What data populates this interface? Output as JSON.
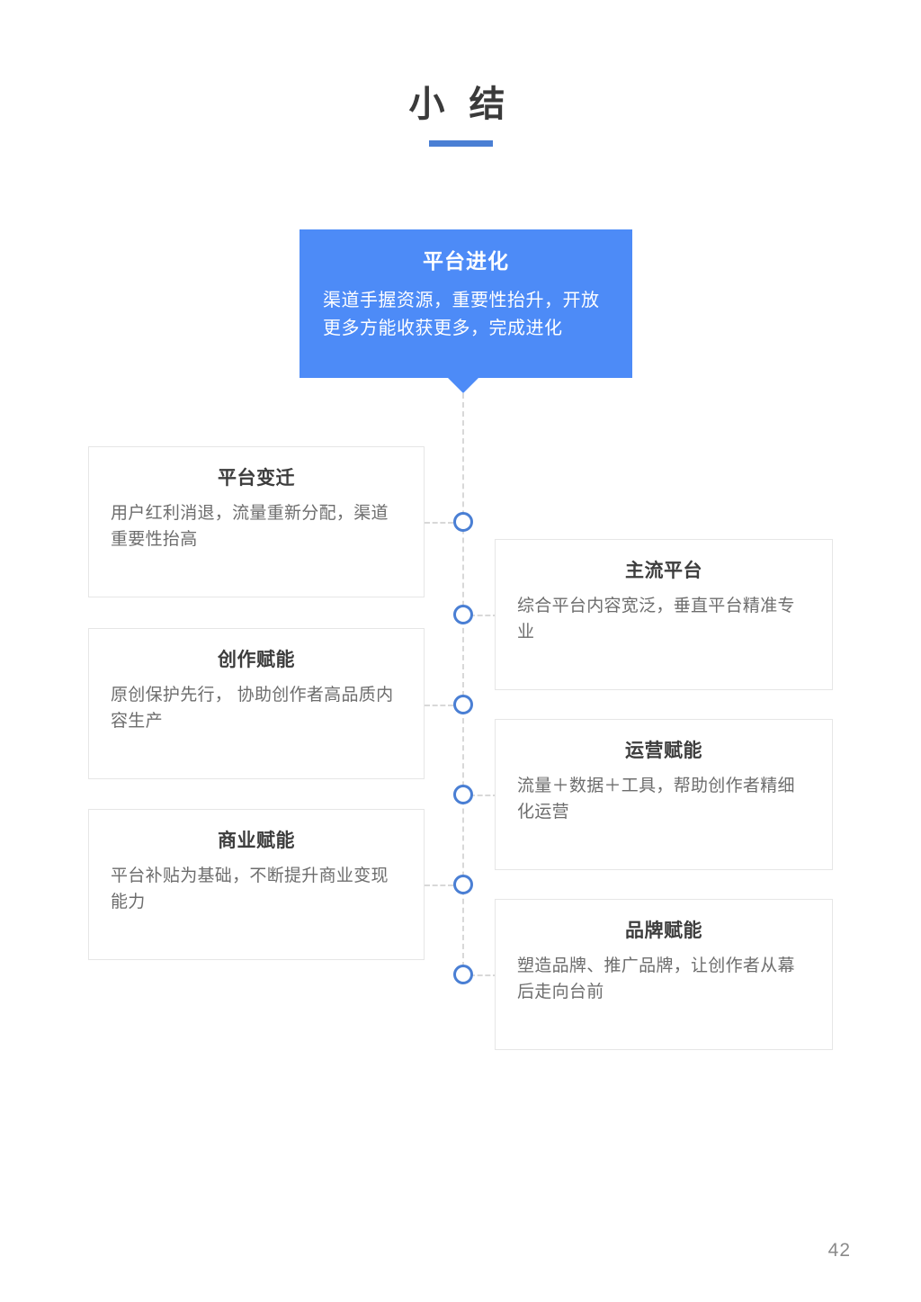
{
  "slide": {
    "title": "小 结",
    "page_number": "42",
    "accent_color": "#4d8bf7",
    "rule_color": "#4a7fd4",
    "node_color": "#4a7fd4",
    "dash_color": "#d8d8d8",
    "card_border_color": "#e6e6e6"
  },
  "hero": {
    "title": "平台进化",
    "body": "渠道手握资源，重要性抬升，开放更多方能收获更多，完成进化"
  },
  "timeline": {
    "nodes": [
      {
        "id": "node-1",
        "side": "left"
      },
      {
        "id": "node-2",
        "side": "right"
      },
      {
        "id": "node-3",
        "side": "left"
      },
      {
        "id": "node-4",
        "side": "right"
      },
      {
        "id": "node-5",
        "side": "left"
      },
      {
        "id": "node-6",
        "side": "right"
      }
    ]
  },
  "cards_left": [
    {
      "title": "平台变迁",
      "body": "用户红利消退，流量重新分配，渠道重要性抬高"
    },
    {
      "title": "创作赋能",
      "body": "原创保护先行， 协助创作者高品质内容生产"
    },
    {
      "title": "商业赋能",
      "body": "平台补贴为基础，不断提升商业变现能力"
    }
  ],
  "cards_right": [
    {
      "title": "主流平台",
      "body": "综合平台内容宽泛，垂直平台精准专业"
    },
    {
      "title": "运营赋能",
      "body": "流量＋数据＋工具，帮助创作者精细化运营"
    },
    {
      "title": "品牌赋能",
      "body": "塑造品牌、推广品牌，让创作者从幕后走向台前"
    }
  ]
}
